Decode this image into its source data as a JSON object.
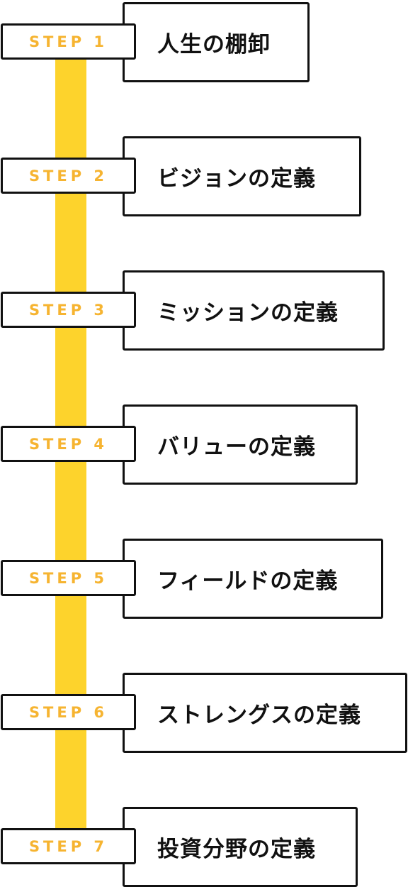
{
  "accent_color": "#f6b431",
  "rail_color": "#fdd32c",
  "steps": [
    {
      "tag": "STEP 1",
      "title": "人生の棚卸"
    },
    {
      "tag": "STEP 2",
      "title": "ビジョンの定義"
    },
    {
      "tag": "STEP 3",
      "title": "ミッションの定義"
    },
    {
      "tag": "STEP 4",
      "title": "バリューの定義"
    },
    {
      "tag": "STEP 5",
      "title": "フィールドの定義"
    },
    {
      "tag": "STEP 6",
      "title": "ストレングスの定義"
    },
    {
      "tag": "STEP 7",
      "title": "投資分野の定義"
    }
  ]
}
